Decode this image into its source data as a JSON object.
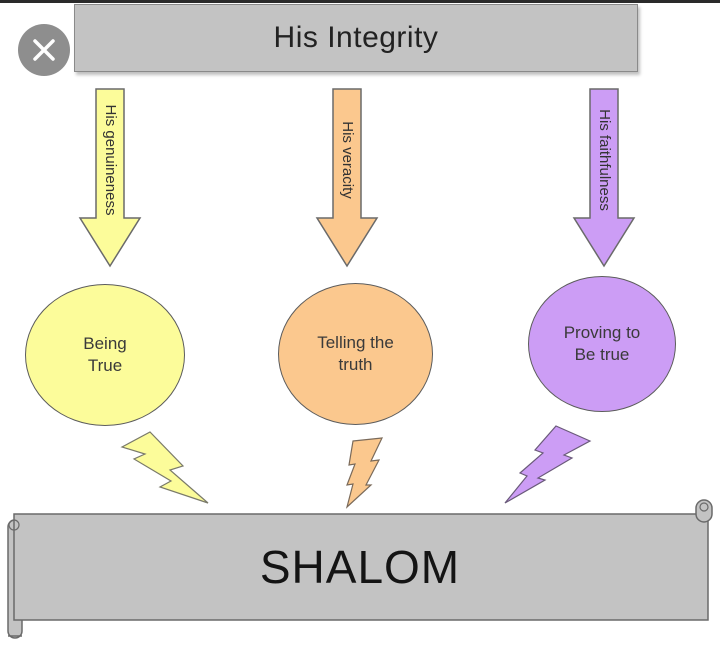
{
  "header": {
    "title": "His Integrity"
  },
  "close_button": {
    "icon": "close-icon"
  },
  "arrows": [
    {
      "label": "His genuineness",
      "color": "#fcfc9a"
    },
    {
      "label": "His veracity",
      "color": "#fbc88e"
    },
    {
      "label": "His faithfulness",
      "color": "#cc9df5"
    }
  ],
  "circles": [
    {
      "label": "Being\nTrue",
      "color": "#fcfc9a"
    },
    {
      "label": "Telling the\ntruth",
      "color": "#fbc88e"
    },
    {
      "label": "Proving to\nBe true",
      "color": "#cc9df5"
    }
  ],
  "scroll": {
    "label": "SHALOM",
    "color": "#c3c3c3"
  }
}
